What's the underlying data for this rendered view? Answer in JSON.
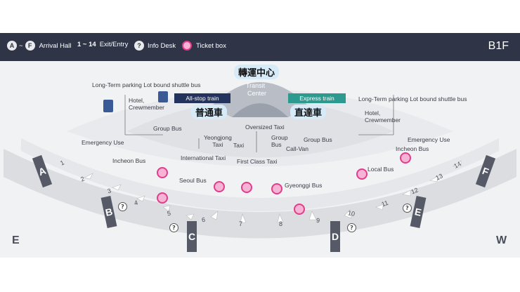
{
  "legend": {
    "arrival_a": "A",
    "tilde": "~",
    "arrival_f": "F",
    "arrival_label": "Arrival Hall",
    "exit_range": "1 ~ 14",
    "exit_label": "Exit/Entry",
    "info_symbol": "?",
    "info_label": "Info Desk",
    "ticket_label": "Ticket box",
    "floor": "B1F"
  },
  "transit": {
    "cjk": "轉運中心",
    "center_line1": "Transit",
    "center_line2": "Center",
    "allstop_label": "All-stop train",
    "allstop_cjk": "普通車",
    "express_label": "Express train",
    "express_cjk": "直達車"
  },
  "labels": {
    "longterm_left": "Long-Term parking Lot bound shuttle bus",
    "longterm_right": "Long-Term parking Lot bound shuttle bus",
    "hotel_left": "Hotel,\nCrewmember",
    "hotel_right": "Hotel,\nCrewmember",
    "group_bus_left": "Group Bus",
    "group_bus_right": "Group Bus",
    "yeongjong_taxi": "Yeongjong\nTaxi",
    "oversized_taxi": "Oversized Taxi",
    "taxi": "Taxi",
    "group_bus_center": "Group\nBus",
    "call_van": "Call-Van",
    "emergency_left": "Emergency Use",
    "emergency_right": "Emergency Use",
    "incheon_bus_left": "Incheon Bus",
    "incheon_bus_right": "Incheon Bus",
    "international_taxi": "International Taxi",
    "first_class_taxi": "First Class Taxi",
    "local_bus": "Local Bus",
    "seoul_bus": "Seoul Bus",
    "gyeonggi_bus": "Gyeonggi Bus"
  },
  "gates": [
    "A",
    "B",
    "C",
    "D",
    "E",
    "F"
  ],
  "exits": [
    "1",
    "2",
    "3",
    "4",
    "5",
    "6",
    "7",
    "8",
    "9",
    "10",
    "11",
    "12",
    "13",
    "14"
  ],
  "directions": {
    "east": "E",
    "west": "W"
  },
  "colors": {
    "header": "#2f3446",
    "allstop": "#23335e",
    "express": "#2c9a8e",
    "ticket": "#e23c8c",
    "cjk_bg": "#d6eaf8"
  }
}
